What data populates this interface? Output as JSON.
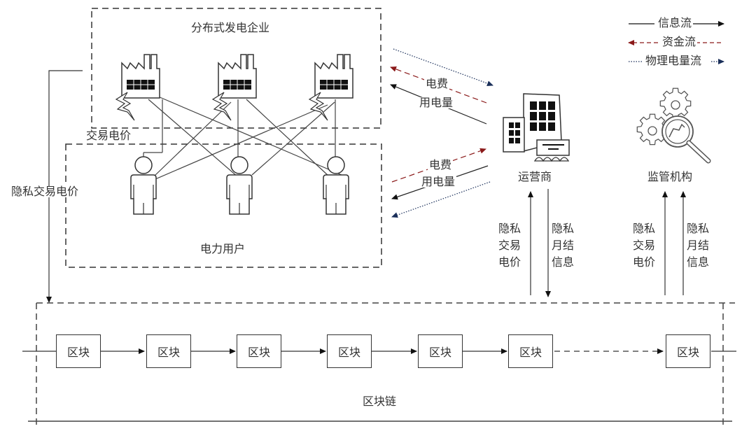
{
  "legend": {
    "items": [
      {
        "label": "信息流",
        "style": "solid",
        "color": "#111111"
      },
      {
        "label": "资金流",
        "style": "dashed",
        "color": "#8b1a1a"
      },
      {
        "label": "物理电量流",
        "style": "dotted",
        "color": "#1a2f5a"
      }
    ]
  },
  "groups": {
    "generators": {
      "title": "分布式发电企业",
      "count": 3
    },
    "users": {
      "title": "电力用户",
      "count": 3
    }
  },
  "labels": {
    "trade_price": "交易电价",
    "private_trade_price": "隐私交易电价",
    "fee_top": "电费",
    "usage_top": "用电量",
    "fee_bottom": "电费",
    "usage_bottom": "用电量"
  },
  "operator": {
    "name": "运营商",
    "up_label": [
      "隐私",
      "交易",
      "电价"
    ],
    "down_label": [
      "隐私",
      "月结",
      "信息"
    ]
  },
  "regulator": {
    "name": "监管机构",
    "left_label": [
      "隐私",
      "交易",
      "电价"
    ],
    "right_label": [
      "隐私",
      "月结",
      "信息"
    ]
  },
  "blockchain": {
    "title": "区块链",
    "blocks": [
      "区块",
      "区块",
      "区块",
      "区块",
      "区块",
      "区块",
      "区块"
    ]
  },
  "colors": {
    "line": "#333333",
    "money": "#8b1a1a",
    "power": "#1a2f5a"
  }
}
